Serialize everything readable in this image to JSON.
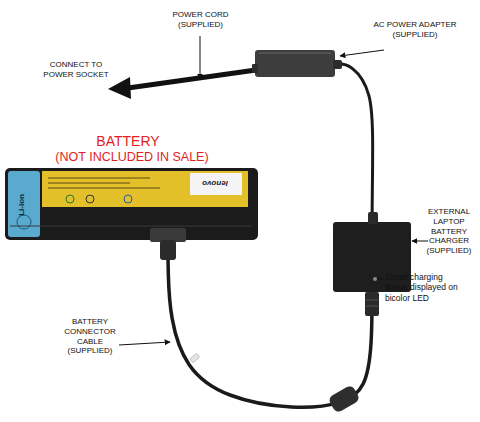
{
  "diagram": {
    "nodes": [
      {
        "text": [
          "AC POWER ADAPTER (SUPPLIED)"
        ]
      },
      {
        "text": [
          "BATTERY",
          "(NOT INCLUDED IN SALE)",
          "Li-ion",
          "lenovo"
        ]
      },
      {
        "text": [
          "EXTERNAL LAPTOP BATTERY CHARGER (SUPPLIED)"
        ]
      }
    ],
    "edges": [
      {
        "from": 0,
        "to": 2,
        "arrow": "none"
      },
      {
        "from": 2,
        "to": 1,
        "arrow": "none"
      }
    ],
    "labels": [
      "POWER CORD (SUPPLIED)",
      "CONNECT TO POWER SOCKET",
      "Smart charging status displayed on bicolor LED",
      "BATTERY CONNECTOR CABLE (SUPPLIED)"
    ]
  }
}
